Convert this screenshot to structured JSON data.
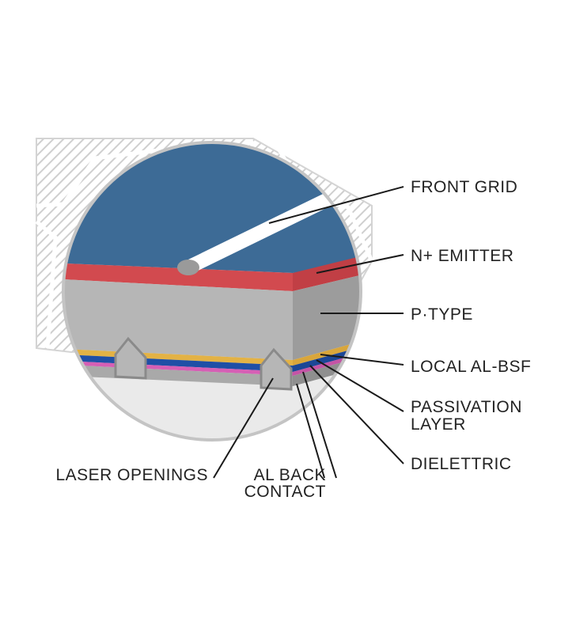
{
  "labels": {
    "front_grid": "FRONT GRID",
    "n_emitter": "N+ EMITTER",
    "p_type": "P·TYPE",
    "local_al_bsf": "LOCAL AL-BSF",
    "passivation_line1": "PASSIVATION",
    "passivation_line2": "LAYER",
    "dielettric": "DIELETTRIC",
    "laser_openings": "LASER OPENINGS",
    "al_back_line1": "AL BACK",
    "al_back_line2": "CONTACT"
  },
  "colors": {
    "front_surface": "#3d6b96",
    "emitter": "#d24a4f",
    "p_type_front": "#b6b6b6",
    "p_type_side": "#9c9c9c",
    "al_bsf": "#e3b245",
    "passivation": "#1f4fa6",
    "dielectric": "#d65fb5",
    "al_back_contact": "#a9a9a9",
    "background_cell": "#eaeaea",
    "circle_border": "#c4c4c4",
    "hatch": "#cfcfcf",
    "grid_finger": "#ffffff",
    "grid_busbar": "#9a9a9a"
  }
}
